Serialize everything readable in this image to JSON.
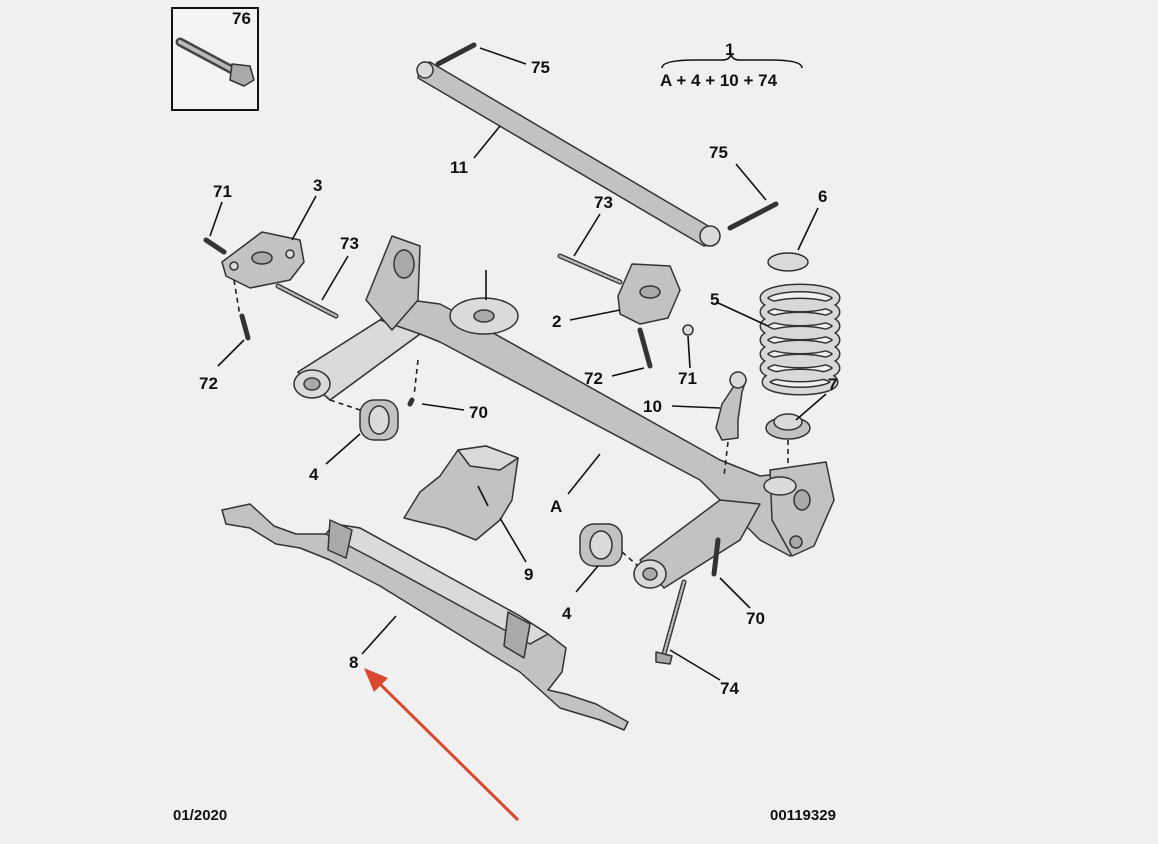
{
  "diagram": {
    "date_code": "01/2020",
    "reference": "00119329",
    "assembly": {
      "number": "1",
      "formula": "A + 4 + 10 + 74"
    },
    "inset_label": "76",
    "labels": {
      "l75a": "75",
      "l75b": "75",
      "l11": "11",
      "l6": "6",
      "l71a": "71",
      "l3": "3",
      "l73a": "73",
      "l73b": "73",
      "l2": "2",
      "l5": "5",
      "l72a": "72",
      "l72b": "72",
      "l71b": "71",
      "l70a": "70",
      "l10": "10",
      "l7": "7",
      "l4a": "4",
      "lA": "A",
      "l9": "9",
      "l4b": "4",
      "l70b": "70",
      "l8": "8",
      "l74": "74"
    },
    "colors": {
      "background": "#f0f0f0",
      "part": "#c2c2c2",
      "arrow": "#d9482f"
    }
  }
}
